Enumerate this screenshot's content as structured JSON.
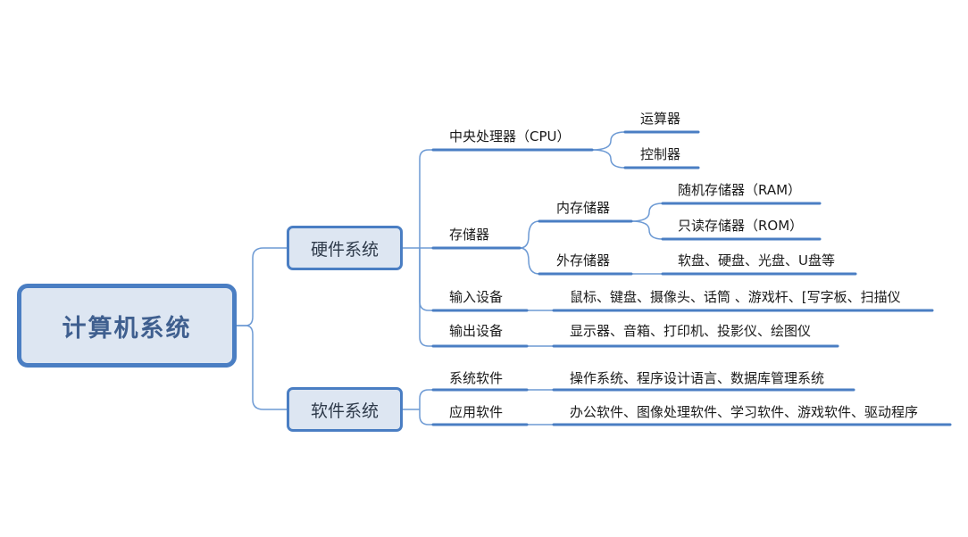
{
  "root": "计算机系统",
  "hardware": {
    "label": "硬件系统",
    "cpu": {
      "label": "中央处理器（CPU）",
      "alu": "运算器",
      "control": "控制器"
    },
    "storage": {
      "label": "存储器",
      "internal": {
        "label": "内存储器",
        "ram": "随机存储器（RAM）",
        "rom": "只读存储器（ROM）"
      },
      "external": {
        "label": "外存储器",
        "items": "软盘、硬盘、光盘、U盘等"
      }
    },
    "input": {
      "label": "输入设备",
      "items": "鼠标、键盘、摄像头、话筒 、游戏杆、[写字板、扫描仪"
    },
    "output": {
      "label": "输出设备",
      "items": "显示器、音箱、打印机、投影仪、绘图仪"
    }
  },
  "software": {
    "label": "软件系统",
    "system": {
      "label": "系统软件",
      "items": "操作系统、程序设计语言、数据库管理系统"
    },
    "application": {
      "label": "应用软件",
      "items": "办公软件、图像处理软件、学习软件、游戏软件、驱动程序"
    }
  },
  "colors": {
    "accent": "#4a7ec3",
    "box_fill": "#dde6f2",
    "connector": "#6d9ad4"
  }
}
